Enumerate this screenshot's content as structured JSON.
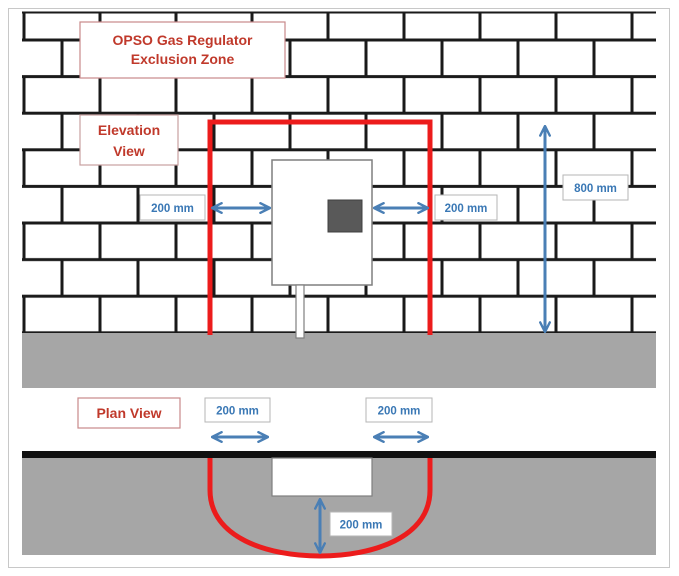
{
  "title": {
    "line1": "OPSO Gas Regulator",
    "line2": "Exclusion Zone"
  },
  "elevation_label": {
    "line1": "Elevation",
    "line2": "View"
  },
  "plan_label": "Plan View",
  "dimensions": {
    "elevation_left": "200 mm",
    "elevation_right": "200 mm",
    "elevation_height": "800 mm",
    "plan_left": "200 mm",
    "plan_right": "200 mm",
    "plan_front": "200 mm"
  },
  "colors": {
    "zone": "#ec1c1c",
    "arrow": "#4a7fb5",
    "label_text": "#c0392b",
    "dimension_text": "#3a78b5",
    "ground": "#a6a6a6",
    "mortar": "#1a1a1a",
    "regulator_window": "#595959"
  }
}
